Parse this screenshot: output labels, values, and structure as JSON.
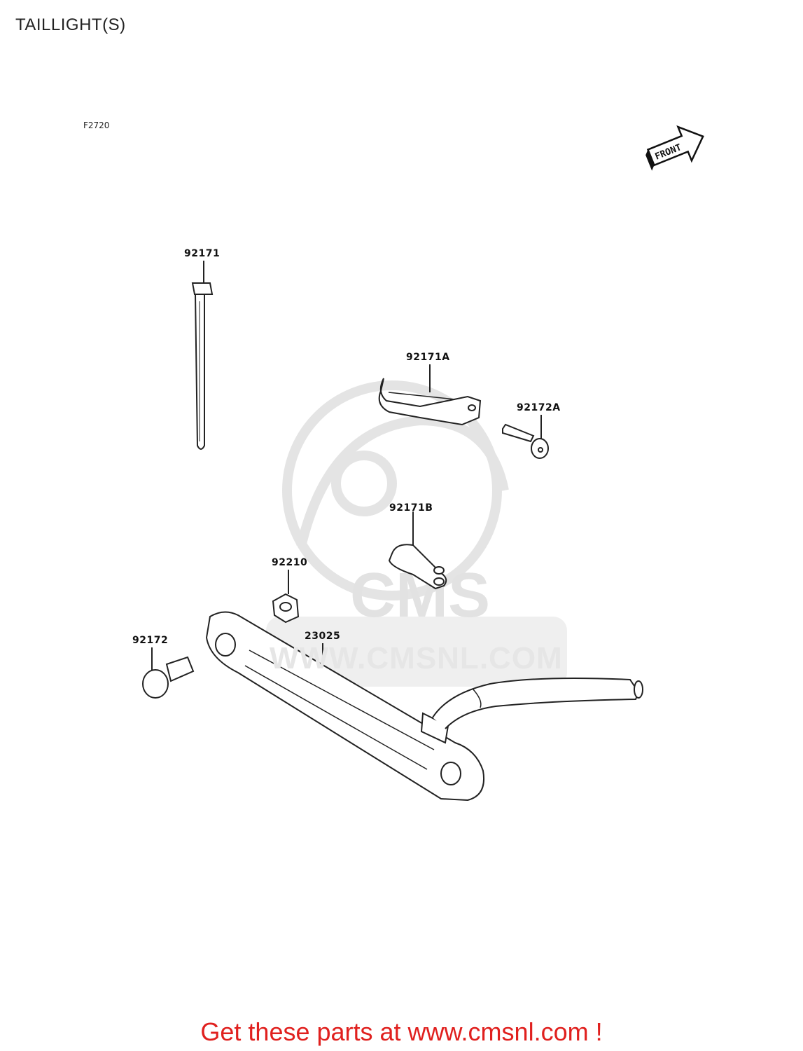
{
  "page": {
    "title": "TAILLIGHT(S)",
    "figure_code": "F2720",
    "front_marker": "FRONT",
    "watermark_url": "WWW.CMSNL.COM",
    "footer": "Get these parts at www.cmsnl.com !",
    "footer_color": "#e0201e"
  },
  "parts": [
    {
      "number": "92171"
    },
    {
      "number": "92171A"
    },
    {
      "number": "92172A"
    },
    {
      "number": "92171B"
    },
    {
      "number": "92210"
    },
    {
      "number": "92172"
    },
    {
      "number": "23025"
    }
  ]
}
